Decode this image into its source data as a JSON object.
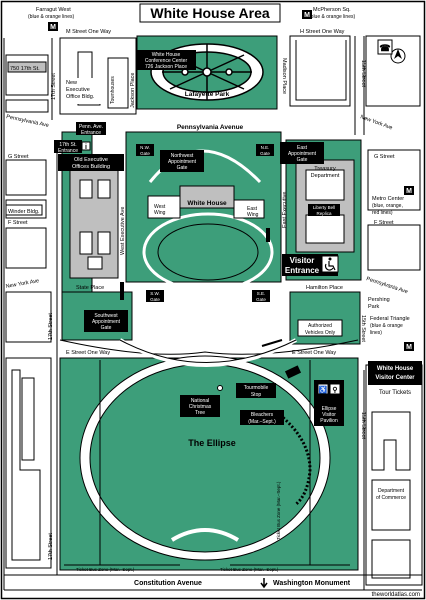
{
  "title": "White House Area",
  "colors": {
    "green": "#3d9e7a",
    "black": "#000000",
    "white": "#ffffff",
    "grey": "#bfbfbf"
  },
  "metro": {
    "farragut_name": "Farragut West",
    "farragut_lines": "(blue & orange lines)",
    "mcpherson_name": "McPherson Sq.",
    "mcpherson_lines": "(blue & orange lines)",
    "center_name": "Metro Center",
    "center_lines_1": "(blue, orange,",
    "center_lines_2": "red lines)",
    "triangle_name": "Federal Triangle",
    "triangle_lines_1": "(blue & orange",
    "triangle_lines_2": "lines)"
  },
  "streets": {
    "m_west": "M Street One Way",
    "m_east": "H Street One Way",
    "pennsylvania": "Pennsylvania Avenue",
    "penn_west": "Pennsylvania Ave",
    "new_york_east": "New York Ave",
    "new_york_west": "New York Ave",
    "g_west": "G Street",
    "g_east": "G Street",
    "f_west": "F Street",
    "f_east": "F Street",
    "e_west": "E Street One Way",
    "e_east": "E Street One Way",
    "state_place": "State Place",
    "hamilton_place": "Hamilton Place",
    "pennsylvania_east": "Pennsylvania Ave",
    "constitution": "Constitution Avenue",
    "washington_monument": "Washington Monument",
    "seventeenth_top": "17th Street",
    "seventeenth_mid": "17th Street",
    "seventeenth_bottom": "17th Street",
    "fifteenth_top": "15th Street",
    "fifteenth_mid": "15th Street",
    "fifteenth_bottom": "15th Street",
    "jackson": "Jackson Place",
    "madison": "Madison Place",
    "west_executive": "West Executive Ave",
    "east_executive": "East Executive"
  },
  "places": {
    "lafayette": "Lafayette Park",
    "seventeen_fifty": "750 17th St.",
    "neob_1": "New",
    "neob_2": "Executive",
    "neob_3": "Office Bldg.",
    "townhouses": "Townhouses",
    "conf_1": "White House",
    "conf_2": "Conference Center",
    "conf_3": "726 Jackson Place",
    "penn_entrance_1": "Penn. Ave.",
    "penn_entrance_2": "Entrance",
    "seventeenth_entrance_1": "17th St.",
    "seventeenth_entrance_2": "Entrance",
    "eeob_1": "Old Executive",
    "eeob_2": "Offices Building",
    "winder": "Winder Bldg.",
    "nw_gate_1": "N.W.",
    "nw_gate_2": "Gate",
    "ne_gate_1": "N.E.",
    "ne_gate_2": "Gate",
    "nw_appt_1": "Northwest",
    "nw_appt_2": "Appointment",
    "nw_appt_3": "Gate",
    "east_appt_1": "East",
    "east_appt_2": "Appointment",
    "east_appt_3": "Gate",
    "white_house": "White House",
    "west_wing_1": "West",
    "west_wing_2": "Wing",
    "east_wing_1": "East",
    "east_wing_2": "Wing",
    "treasury_1": "Treasury",
    "treasury_2": "Department",
    "liberty_1": "Liberty Bell",
    "liberty_2": "Replica",
    "visitor_entrance_1": "Visitor",
    "visitor_entrance_2": "Entrance",
    "sw_gate_1": "S.W.",
    "sw_gate_2": "Gate",
    "se_gate_1": "S.E.",
    "se_gate_2": "Gate",
    "sw_appt_1": "Southwest",
    "sw_appt_2": "Appointment",
    "sw_appt_3": "Gate",
    "pershing_1": "Pershing",
    "pershing_2": "Park",
    "authorized_1": "Authorized",
    "authorized_2": "Vehicles Only",
    "visitor_center_1": "White House",
    "visitor_center_2": "Visitor Center",
    "tour_tickets": "Tour Tickets",
    "commerce_1": "Department",
    "commerce_2": "of Commerce",
    "xmas_1": "National",
    "xmas_2": "Christmas",
    "xmas_3": "Tree",
    "tourmobile_1": "Tourmobile",
    "tourmobile_2": "Stop",
    "bleachers_1": "Bleachers",
    "bleachers_2": "(Mar.–Sept.)",
    "ellipse_pav_1": "Ellipse",
    "ellipse_pav_2": "Visitor",
    "ellipse_pav_3": "Pavilion",
    "ellipse": "The Ellipse",
    "ticket_zone_left": "Ticket Bus Zone (Mar.–Sept.)",
    "ticket_zone_mid": "Ticket Bus Zone (Mar.–Sept.)",
    "ticket_zone_right": "Ticket Bus Zone (Mar.–Sept.)",
    "watermark": "theworldatlas.com"
  },
  "icons": [
    "info-icon",
    "wheelchair-icon",
    "metro-icon",
    "restroom-icon",
    "phone-icon",
    "north-arrow-icon"
  ]
}
